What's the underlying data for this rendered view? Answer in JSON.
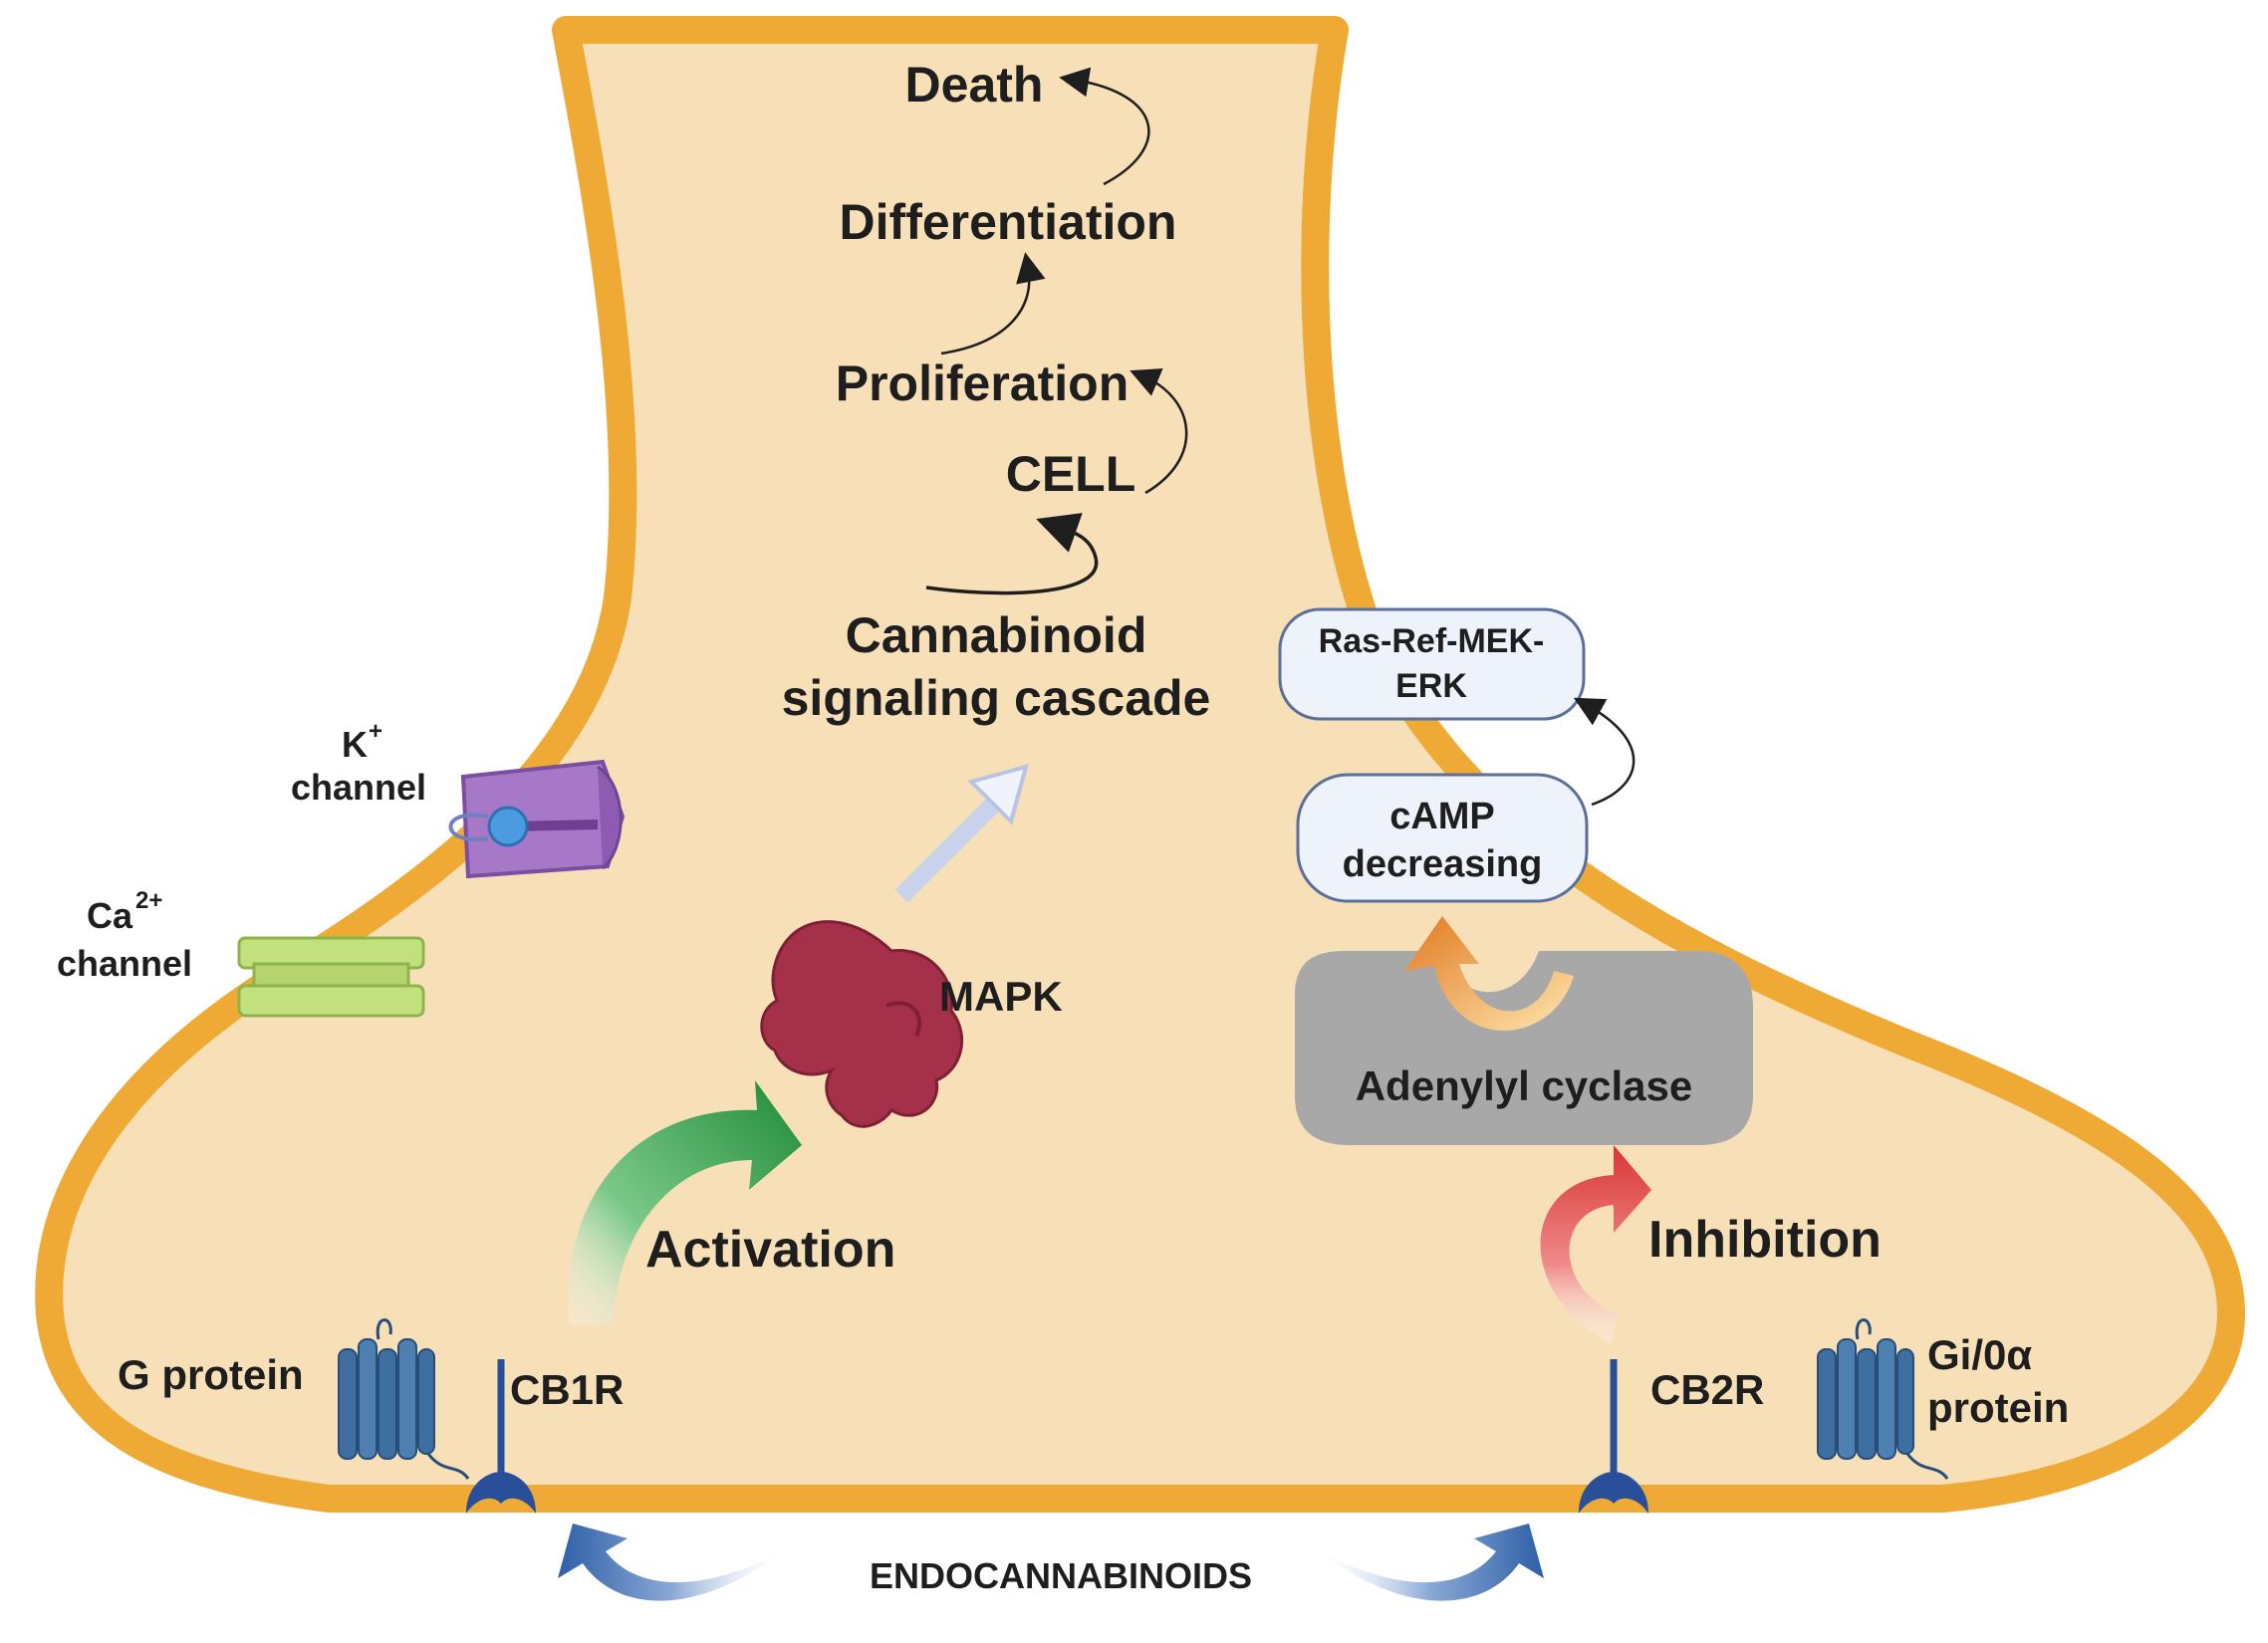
{
  "diagram": {
    "pathway": {
      "death": "Death",
      "differentiation": "Differentiation",
      "proliferation": "Proliferation",
      "cell": "CELL",
      "cascade_line1": "Cannabinoid",
      "cascade_line2": "signaling cascade"
    },
    "left": {
      "k_channel_symbol": "K",
      "k_channel_charge": "+",
      "k_channel_word": "channel",
      "ca_channel_symbol": "Ca",
      "ca_channel_charge": "2+",
      "ca_channel_word": "channel",
      "mapk": "MAPK",
      "activation": "Activation",
      "g_protein": "G protein",
      "cb1r": "CB1R"
    },
    "right": {
      "ras_line1": "Ras-Ref-MEK-",
      "ras_line2": "ERK",
      "camp_line1": "cAMP",
      "camp_line2": "decreasing",
      "adenylyl": "Adenylyl cyclase",
      "inhibition": "Inhibition",
      "cb2r": "CB2R",
      "gi_line1": "Gi/0α",
      "gi_line2": "protein"
    },
    "bottom": {
      "endocannabinoids": "ENDOCANNABINOIDS"
    },
    "colors": {
      "membrane": "#efaa35",
      "cytoplasm": "#f7dfb8",
      "mapk": "#a5304a",
      "activation_arrow": "#2f9a44",
      "inhibition_arrow": "#e04848",
      "adenylyl_box": "#a8a8a8",
      "camp_arrow": "#e8872e",
      "receptor": "#2a4f9a",
      "gprotein": "#3f6fa0",
      "k_channel": "#a878c8",
      "ca_channel": "#c3e07f"
    }
  }
}
